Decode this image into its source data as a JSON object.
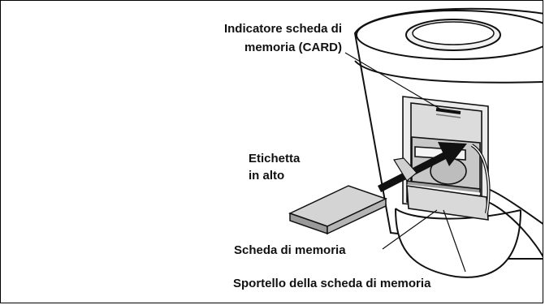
{
  "labels": {
    "card_indicator_line1": "Indicatore scheda di",
    "card_indicator_line2": "memoria (CARD)",
    "label_side_line1": "Etichetta",
    "label_side_line2": "in alto",
    "memory_card": "Scheda di memoria",
    "card_door": "Sportello della scheda di memoria"
  },
  "colors": {
    "line": "#111111",
    "body": "#ffffff",
    "shade_light": "#e6e6e6",
    "shade_mid": "#bdbdbd",
    "shade_dark": "#8a8a8a",
    "card_face": "#d4d4d4",
    "card_edge": "#9a9a9a"
  }
}
